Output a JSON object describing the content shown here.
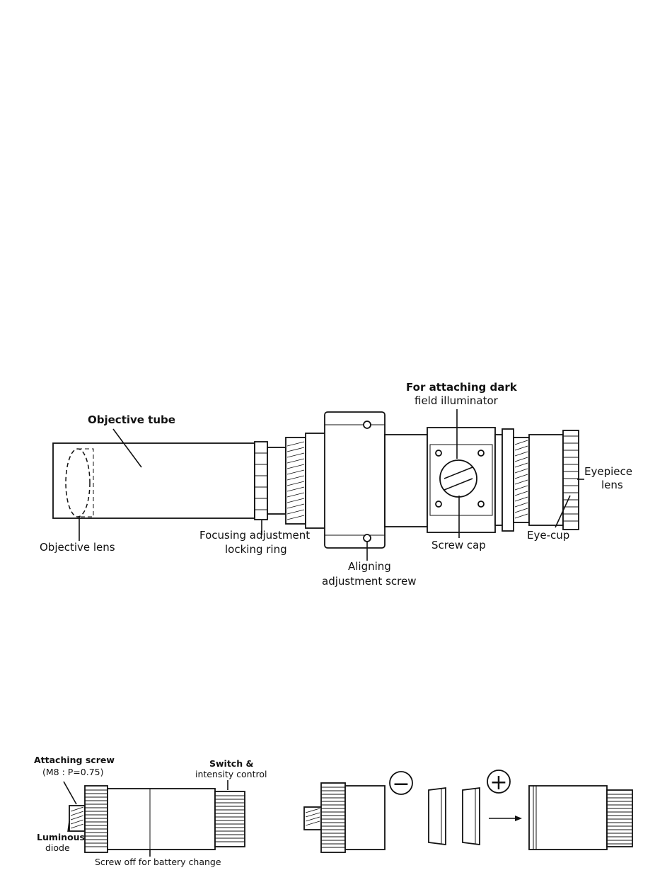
{
  "diagram": {
    "labels": {
      "objective_tube": "Objective tube",
      "objective_lens": "Objective lens",
      "focusing_1": "Focusing adjustment",
      "focusing_2": "locking ring",
      "aligning_1": "Aligning",
      "aligning_2": "adjustment screw",
      "dark_field_1": "For attaching dark",
      "dark_field_2": "field illuminator",
      "screw_cap": "Screw cap",
      "eyepiece_1": "Eyepiece",
      "eyepiece_2": "lens",
      "eye_cup": "Eye-cup"
    }
  },
  "illuminator": {
    "labels": {
      "attaching_1": "Attaching screw",
      "attaching_2": "(M8 : P=0.75)",
      "switch_1": "Switch &",
      "switch_2": "intensity control",
      "luminous_1": "Luminous",
      "luminous_2": "diode",
      "screw_off": "Screw off for battery change"
    },
    "symbols": {
      "minus": "−",
      "plus": "+"
    }
  }
}
